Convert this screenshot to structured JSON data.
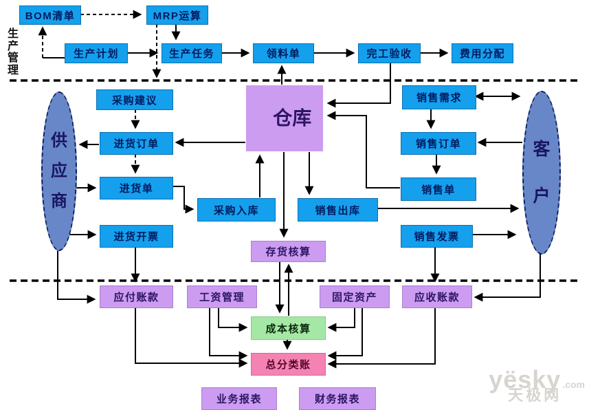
{
  "section_label": "生产管理",
  "nodes": {
    "bom": "BOM清单",
    "mrp": "MRP运算",
    "production_plan": "生产计划",
    "production_task": "生产任务",
    "material_requisition": "领料单",
    "completion_acceptance": "完工验收",
    "cost_allocation": "费用分配",
    "purchase_suggestion": "采购建议",
    "purchase_order": "进货订单",
    "goods_receipt": "进货单",
    "purchase_invoicing": "进货开票",
    "purchase_inbound": "采购入库",
    "warehouse": "仓库",
    "sales_outbound": "销售出库",
    "sales_demand": "销售需求",
    "sales_order": "销售订单",
    "sales_note": "销售单",
    "sales_invoice": "销售发票",
    "inventory_accounting": "存货核算",
    "accounts_payable": "应付账款",
    "payroll_management": "工资管理",
    "fixed_assets": "固定资产",
    "accounts_receivable": "应收账款",
    "cost_accounting": "成本核算",
    "general_ledger": "总分类账",
    "business_reports": "业务报表",
    "financial_reports": "财务报表",
    "supplier": "供应商",
    "customer": "客户"
  },
  "watermark": {
    "brand": "yësky",
    "tld": ".com",
    "site": "天极网"
  },
  "colors": {
    "process_box": "#14A0ED",
    "module_box": "#CB9CF0",
    "cost_box": "#A5E8A5",
    "ledger_box": "#F483B3",
    "entity_fill": "#6787C8",
    "line": "#000000"
  }
}
